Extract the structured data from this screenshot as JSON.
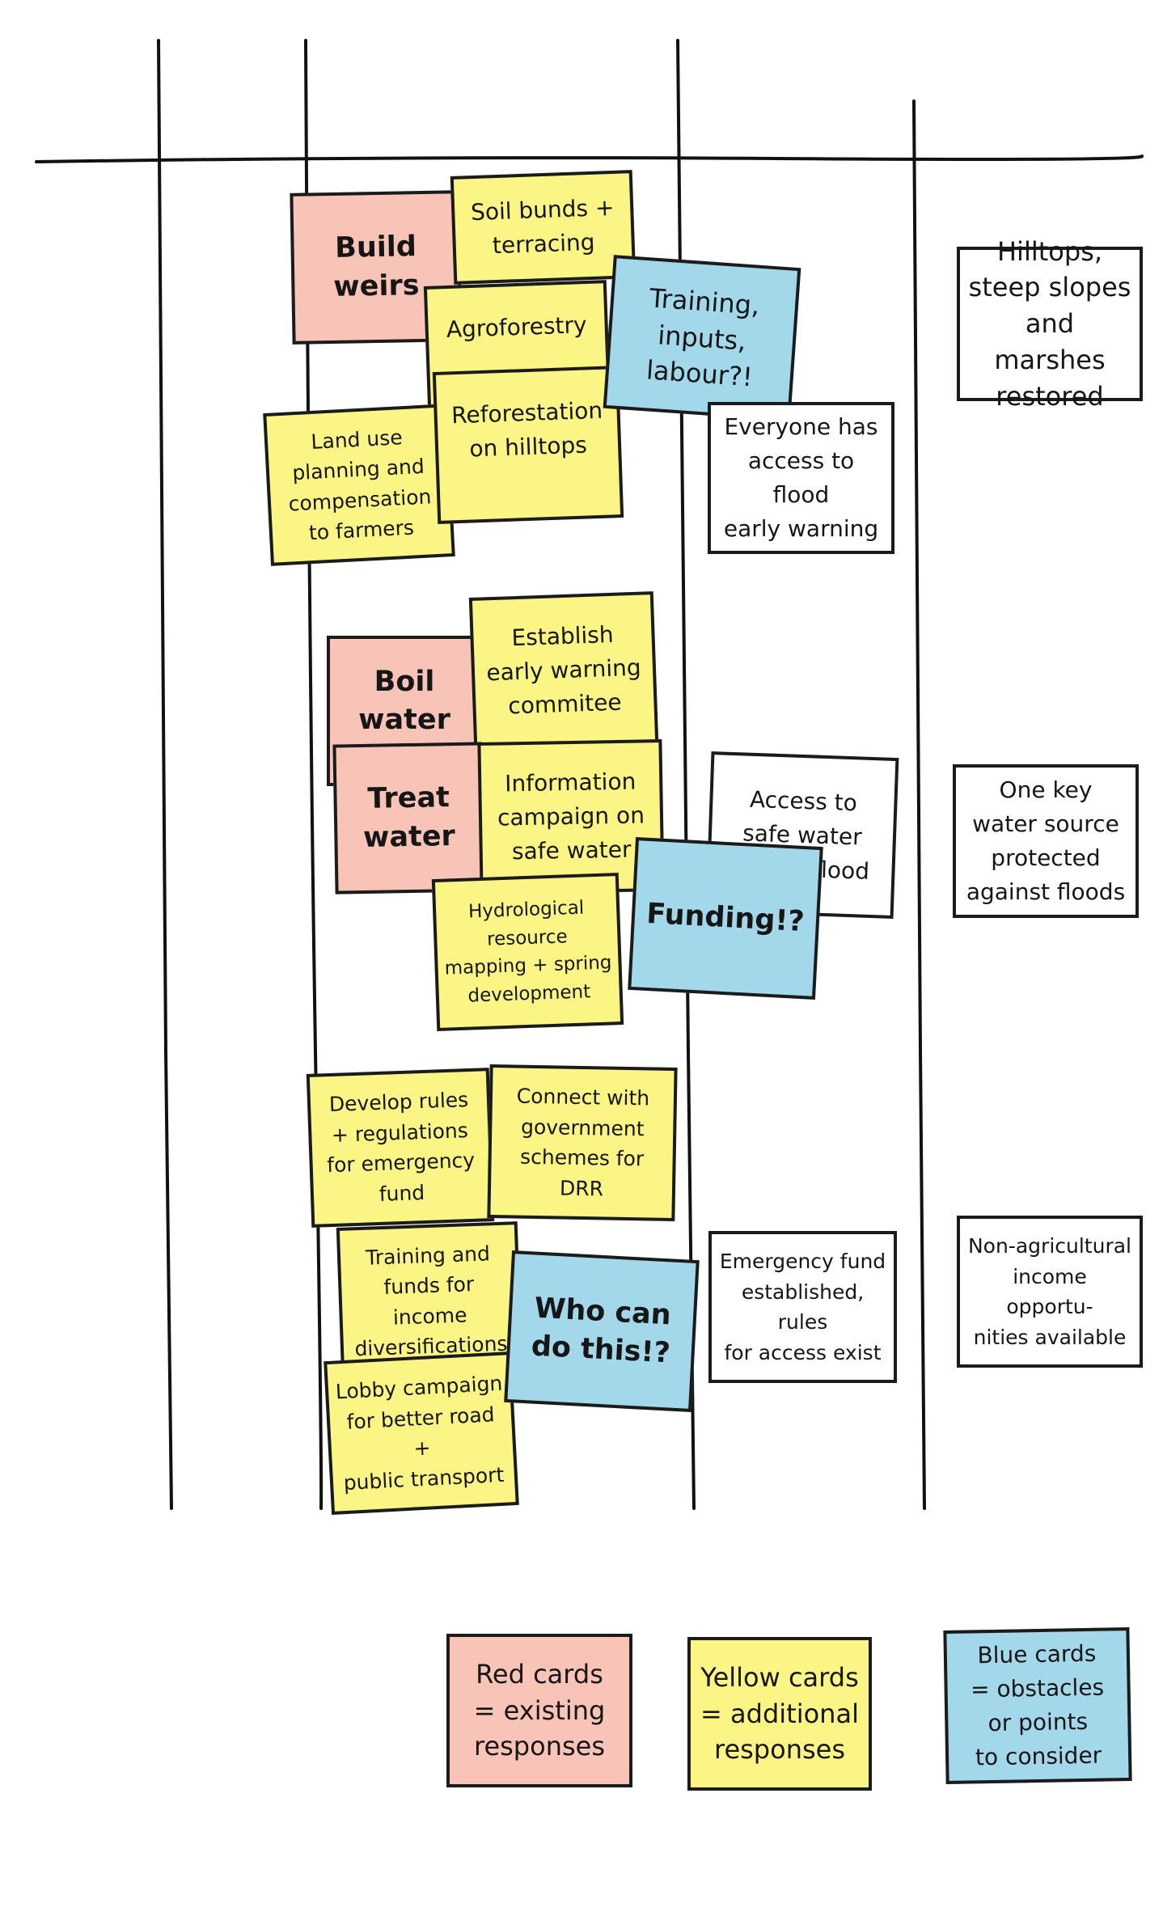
{
  "columns": {
    "existing_responses": "",
    "additional_responses": "",
    "outcomes": "",
    "goals": ""
  },
  "cards": {
    "build_weirs": "Build\nweirs",
    "soil_bunds": "Soil bunds +\nterracing",
    "agroforestry": "Agroforestry",
    "training_inputs_labour": "Training,\ninputs,\nlabour?!",
    "land_use_planning": "Land use\nplanning and\ncompensation\nto farmers",
    "reforestation": "Reforestation\non hilltops",
    "boil_water": "Boil\nwater",
    "early_warning_committee": "Establish\nearly warning\ncommitee",
    "treat_water": "Treat\nwater",
    "information_campaign": "Information\ncampaign on\nsafe water",
    "hydrological_mapping": "Hydrological\nresource\nmapping + spring\ndevelopment",
    "funding": "Funding!?",
    "develop_rules": "Develop rules\n+ regulations\nfor emergency\nfund",
    "connect_government": "Connect with\ngovernment\nschemes for DRR",
    "training_funds_income": "Training and\nfunds for income\ndiversifications",
    "who_can_do_this": "Who can\ndo this!?",
    "lobby_campaign": "Lobby campaign\nfor better road +\npublic transport",
    "flood_early_warning": "Everyone has\naccess to flood\nearly warning",
    "safe_water_access": "Access to\nsafe water\nduring flood",
    "emergency_fund": "Emergency fund\nestablished, rules\nfor access exist",
    "hilltops_restored": "Hilltops,\nsteep slopes\nand marshes\nrestored",
    "water_source_protected": "One key\nwater source\nprotected\nagainst floods",
    "non_agricultural_income": "Non-agricultural\nincome opportu-\nnities available"
  },
  "legend": {
    "red": "Red cards\n= existing\nresponses",
    "yellow": "Yellow cards\n= additional\nresponses",
    "blue": "Blue cards\n= obstacles\nor points\nto consider"
  },
  "colors": {
    "red_card": "#f8c4b7",
    "yellow_card": "#fbf585",
    "blue_card": "#a3d7ea",
    "white_card": "#ffffff",
    "ink": "#1b1b1b"
  }
}
